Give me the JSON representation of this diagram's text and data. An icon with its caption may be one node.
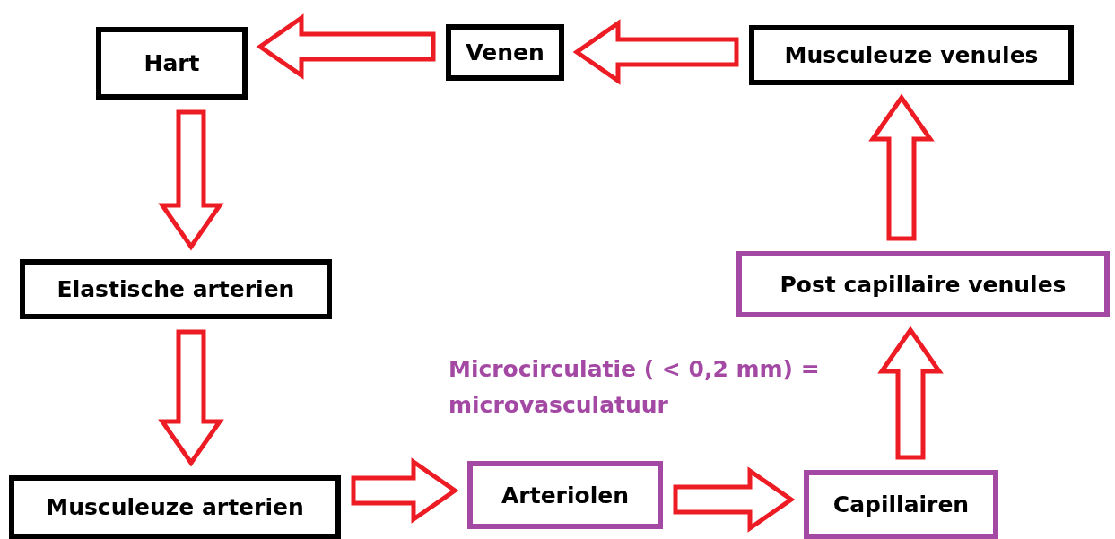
{
  "diagram": {
    "nodes": [
      {
        "text": [
          "Hart"
        ]
      },
      {
        "text": [
          "Venen"
        ]
      },
      {
        "text": [
          "Musculeuze venules"
        ]
      },
      {
        "text": [
          "Elastische arterien"
        ]
      },
      {
        "text": [
          "Musculeuze arterien"
        ]
      },
      {
        "text": [
          "Arteriolen"
        ]
      },
      {
        "text": [
          "Capillairen"
        ]
      },
      {
        "text": [
          "Post capillaire venules"
        ]
      }
    ],
    "edges": [
      {
        "from": 0,
        "to": 3,
        "arrow": "to"
      },
      {
        "from": 3,
        "to": 4,
        "arrow": "to"
      },
      {
        "from": 4,
        "to": 5,
        "arrow": "to"
      },
      {
        "from": 5,
        "to": 6,
        "arrow": "to"
      },
      {
        "from": 6,
        "to": 7,
        "arrow": "to"
      },
      {
        "from": 7,
        "to": 2,
        "arrow": "to"
      },
      {
        "from": 2,
        "to": 1,
        "arrow": "to"
      },
      {
        "from": 1,
        "to": 0,
        "arrow": "to"
      }
    ],
    "labels": [
      "Microcirculatie ( < 0,2 mm) = microvasculatuur"
    ]
  }
}
